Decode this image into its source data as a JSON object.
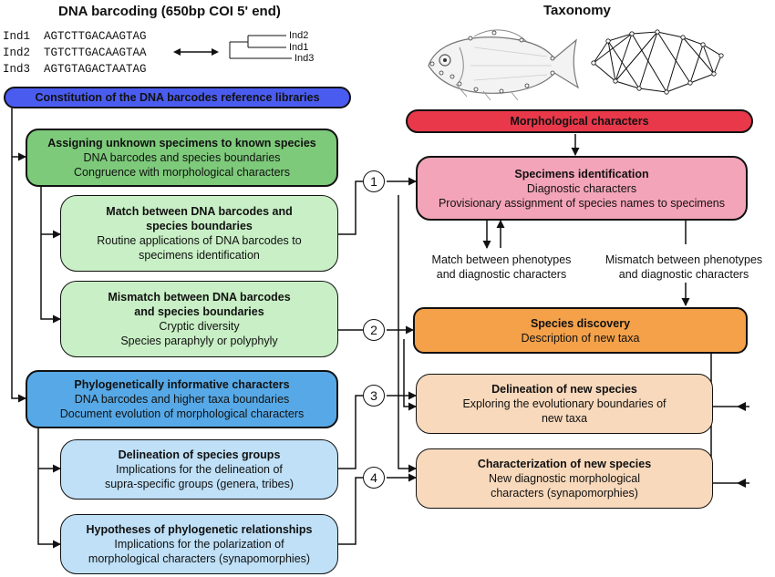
{
  "barcoding": {
    "title": "DNA barcoding (650bp COI 5' end)",
    "sequences": [
      {
        "id": "Ind1",
        "seq": "AGTCTTGACAAGTAG"
      },
      {
        "id": "Ind2",
        "seq": "TGTCTTGACAAGTAA"
      },
      {
        "id": "Ind3",
        "seq": "AGTGTAGACTAATAG"
      }
    ],
    "tree_tips": [
      "Ind2",
      "Ind1",
      "Ind3"
    ]
  },
  "taxonomy": {
    "title": "Taxonomy"
  },
  "left": {
    "constitution": "Constitution of the DNA barcodes reference libraries",
    "assigning": {
      "title": "Assigning unknown specimens to known species",
      "lines": [
        "DNA barcodes and species boundaries",
        "Congruence with morphological characters"
      ]
    },
    "match": {
      "title1": "Match between DNA barcodes and",
      "title2": "species boundaries",
      "lines": [
        "Routine applications of DNA barcodes to",
        "specimens identification"
      ]
    },
    "mismatch": {
      "title1": "Mismatch between DNA barcodes",
      "title2": "and species boundaries",
      "lines": [
        "Cryptic diversity",
        "Species paraphyly or polyphyly"
      ]
    },
    "phylo": {
      "title": "Phylogenetically informative characters",
      "lines": [
        "DNA barcodes and higher taxa boundaries",
        "Document evolution of morphological characters"
      ]
    },
    "groups": {
      "title": "Delineation of species groups",
      "lines": [
        "Implications for the delineation of",
        "supra-specific groups (genera, tribes)"
      ]
    },
    "hypotheses": {
      "title": "Hypotheses of phylogenetic relationships",
      "lines": [
        "Implications for the polarization of",
        "morphological characters (synapomorphies)"
      ]
    }
  },
  "right": {
    "morph": "Morphological characters",
    "identification": {
      "title": "Specimens identification",
      "lines": [
        "Diagnostic characters",
        "Provisionary assignment of species names to specimens"
      ]
    },
    "match_caption": [
      "Match between phenotypes",
      "and diagnostic characters"
    ],
    "mismatch_caption": [
      "Mismatch between phenotypes",
      "and diagnostic characters"
    ],
    "discovery": {
      "title": "Species discovery",
      "lines": [
        "Description of new taxa"
      ]
    },
    "delineation": {
      "title": "Delineation of new species",
      "lines": [
        "Exploring the evolutionary boundaries of",
        "new taxa"
      ]
    },
    "characterization": {
      "title": "Characterization of new species",
      "lines": [
        "New diagnostic morphological",
        "characters (synapomorphies)"
      ]
    }
  },
  "markers": [
    "1",
    "2",
    "3",
    "4"
  ],
  "colors": {
    "blue": "#4a5cf0",
    "green_dark": "#7dca7a",
    "green_light": "#c8efc5",
    "blue_dark": "#56a9e6",
    "blue_light": "#bfe0f7",
    "red": "#e8384a",
    "pink": "#f4a4b8",
    "orange": "#f4a14a",
    "peach": "#f8d9bc"
  }
}
